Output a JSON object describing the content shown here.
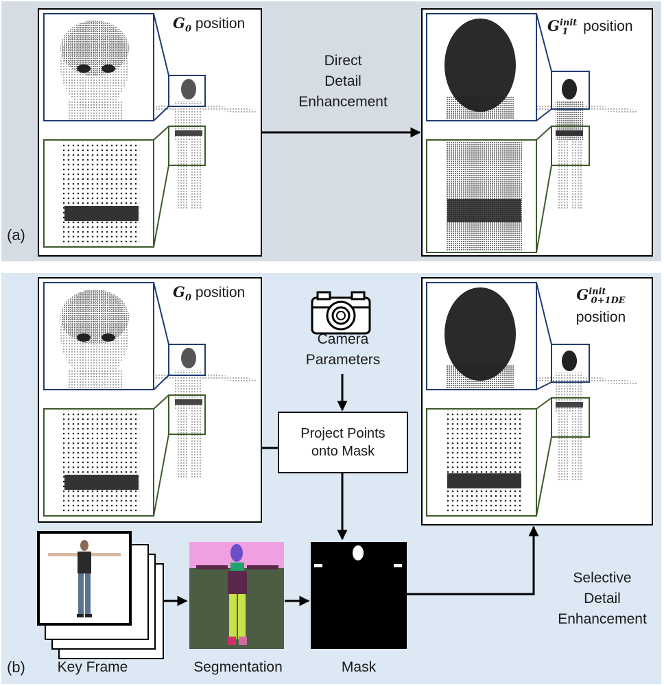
{
  "panel_a": {
    "letter": "(a)",
    "left_frame": {
      "symbol": "G",
      "sub": "0",
      "suffix": " position"
    },
    "arrow_label": "Direct\nDetail\nEnhancement",
    "right_frame": {
      "symbol": "G",
      "sub": "1",
      "sup": "init",
      "suffix": " position"
    }
  },
  "panel_b": {
    "letter": "(b)",
    "left_frame": {
      "symbol": "G",
      "sub": "0",
      "suffix": " position"
    },
    "camera_label": "Camera\nParameters",
    "project_box": "Project Points\nonto Mask",
    "right_frame": {
      "symbol": "G",
      "sub": "0+1DE",
      "sup": "init",
      "suffix": "position"
    },
    "key_frame_label": "Key Frame",
    "segmentation_label": "Segmentation",
    "mask_label": "Mask",
    "selective_label": "Selective\nDetail\nEnhancement"
  },
  "colors": {
    "panel_a_bg": "#d5dce4",
    "panel_b_bg": "#dce8f4",
    "face_zoom_border": "#1f3b73",
    "torso_zoom_border": "#3b5a2a",
    "segmentation_bg": "#4b5e44",
    "segmentation_sky": "#f0a0e0"
  }
}
